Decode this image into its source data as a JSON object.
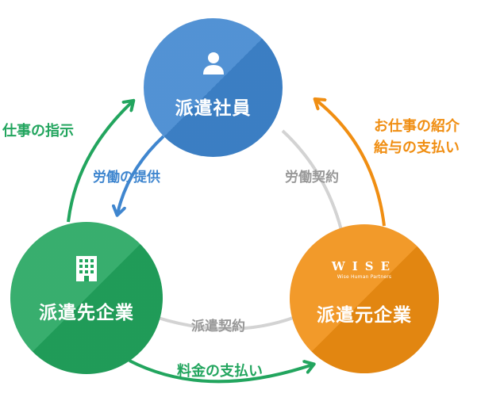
{
  "nodes": {
    "worker": {
      "label": "派遣社員",
      "icon": "person-icon",
      "color": "#3f86cf"
    },
    "client": {
      "label": "派遣先企業",
      "icon": "building-icon",
      "color": "#22a55e"
    },
    "agency": {
      "label": "派遣元企業",
      "icon": "wise-logo",
      "color": "#f08e12",
      "logo_text": "WISE",
      "logo_subtext": "Wise Human Partners"
    }
  },
  "edges": {
    "instruction": {
      "label": "仕事の指示",
      "color": "#22a55e"
    },
    "labor_provision": {
      "label": "労働の提供",
      "color": "#3f86cf"
    },
    "labor_contract": {
      "label": "労働契約",
      "color": "#999999"
    },
    "dispatch_contract": {
      "label": "派遣契約",
      "color": "#999999"
    },
    "fee_payment": {
      "label": "料金の支払い",
      "color": "#22a55e"
    },
    "job_intro": {
      "line1": "お仕事の紹介",
      "line2": "給与の支払い",
      "color": "#f08e12"
    }
  },
  "colors": {
    "connector": "#d3d3d3",
    "background": "#ffffff"
  }
}
